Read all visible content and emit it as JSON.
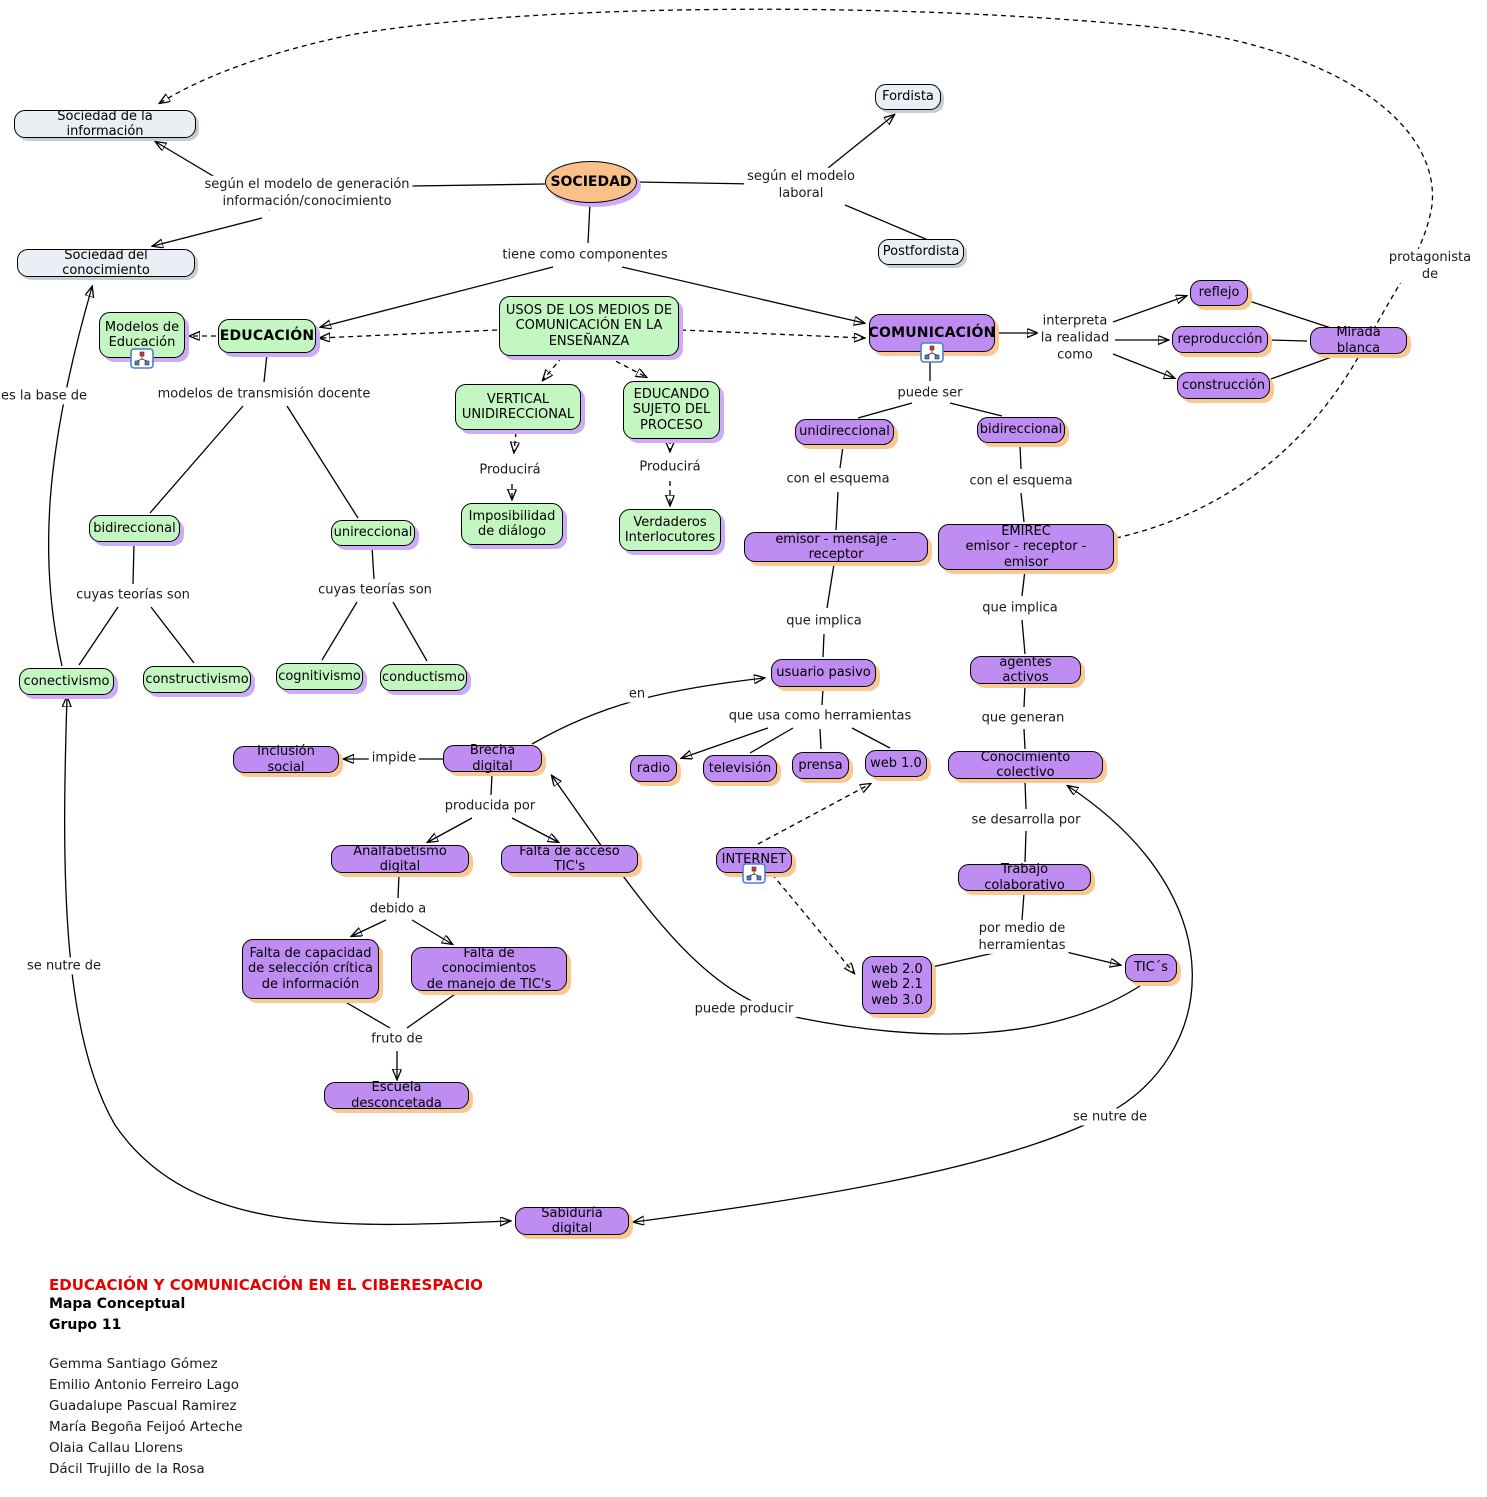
{
  "colors": {
    "green_fill": "#c3f6c0",
    "green_shadow": "#ccabf7",
    "purple_fill": "#bf8cf2",
    "purple_shadow": "#fbc893",
    "gray_fill": "#e9eff4",
    "orange_fill": "#f9c189",
    "title_red": "#e60000"
  },
  "nodes": {
    "sociedad": "SOCIEDAD",
    "sociedad_informacion": "Sociedad de la información",
    "sociedad_conocimiento": "Sociedad del conocimiento",
    "fordista": "Fordista",
    "postfordista": "Postfordista",
    "usos_medios": "USOS DE LOS MEDIOS DE\nCOMUNICACIÓN EN LA\nENSEÑANZA",
    "educacion": "EDUCACIÓN",
    "modelos_educacion": "Modelos de\nEducación",
    "comunicacion": "COMUNICACIÓN",
    "vertical_unidireccional": "VERTICAL\nUNIDIRECCIONAL",
    "educando_sujeto": "EDUCANDO\nSUJETO DEL\nPROCESO",
    "imposibilidad_dialogo": "Imposibilidad\nde diálogo",
    "verdaderos_interlocutores": "Verdaderos\nInterlocutores",
    "unidireccional": "unidireccional",
    "bidireccional_com": "bidireccional",
    "emisor_mensaje_receptor": "emisor - mensaje - receptor",
    "emirec": "EMIREC\nemisor - receptor - emisor",
    "reflejo": "reflejo",
    "reproduccion": "reproducción",
    "construccion": "construcción",
    "mirada_blanca": "Mirada blanca",
    "bidireccional_edu": "bidireccional",
    "unireccional": "unireccional",
    "conectivismo": "conectivismo",
    "constructivismo": "constructivismo",
    "cognitivismo": "cognitivismo",
    "conductismo": "conductismo",
    "usuario_pasivo": "usuario pasivo",
    "agentes_activos": "agentes activos",
    "radio": "radio",
    "television": "televisión",
    "prensa": "prensa",
    "web_1_0": "web 1.0",
    "conocimiento_colectivo": "Conocimiento colectivo",
    "trabajo_colaborativo": "Trabajo colaborativo",
    "tics": "TIC´s",
    "inclusion_social": "Inclusión social",
    "brecha_digital": "Brecha digital",
    "analfabetismo_digital": "Analfabetismo digital",
    "falta_acceso_tics": "Falta de acceso TIC's",
    "falta_capacidad": "Falta de capacidad\nde selección crítica\nde información",
    "falta_conocimientos": "Falta de conocimientos\nde manejo de TIC's",
    "escuela_desconectada": "Escuela desconcetada",
    "internet": "INTERNET",
    "webs": "web 2.0\nweb 2.1\nweb 3.0",
    "sabiduria_digital": "Sabiduría digital"
  },
  "links": {
    "segun_modelo_generacion": "según el modelo de generación\ninformación/conocimiento",
    "segun_modelo_laboral": "según el modelo\nlaboral",
    "tiene_como_componentes": "tiene como componentes",
    "protagonista_de": "protagonista de",
    "interpreta_la_realidad": "interpreta\nla realidad\ncomo",
    "es_la_base_de": "es la base de",
    "modelos_transmision": "modelos de transmisión docente",
    "puede_ser": "puede ser",
    "con_el_esquema_izq": "con el esquema",
    "con_el_esquema_der": "con el esquema",
    "que_implica_izq": "que implica",
    "que_implica_der": "que implica",
    "cuyas_teorias_izq": "cuyas teorías son",
    "cuyas_teorias_der": "cuyas teorías son",
    "producira_izq": "Producirá",
    "producira_der": "Producirá",
    "en": "en",
    "que_usa_herramientas": "que usa como herramientas",
    "que_generan": "que generan",
    "se_desarrolla_por": "se desarrolla por",
    "por_medio_herramientas": "por medio de\nherramientas",
    "impide": "impide",
    "producida_por": "producida por",
    "debido_a": "debido a",
    "fruto_de": "fruto de",
    "puede_producir": "puede producir",
    "se_nutre_de_izq": "se nutre de",
    "se_nutre_de_der": "se nutre de"
  },
  "credits": {
    "title": "EDUCACIÓN Y COMUNICACIÓN EN EL CIBERESPACIO",
    "line2": "Mapa Conceptual",
    "line3": "Grupo 11",
    "authors": [
      "Gemma Santiago Gómez",
      "Emilio Antonio Ferreiro Lago",
      "Guadalupe Pascual Ramirez",
      "María Begoña Feijoó Arteche",
      "Olaia Callau Llorens",
      "Dácil Trujillo de la Rosa"
    ]
  }
}
